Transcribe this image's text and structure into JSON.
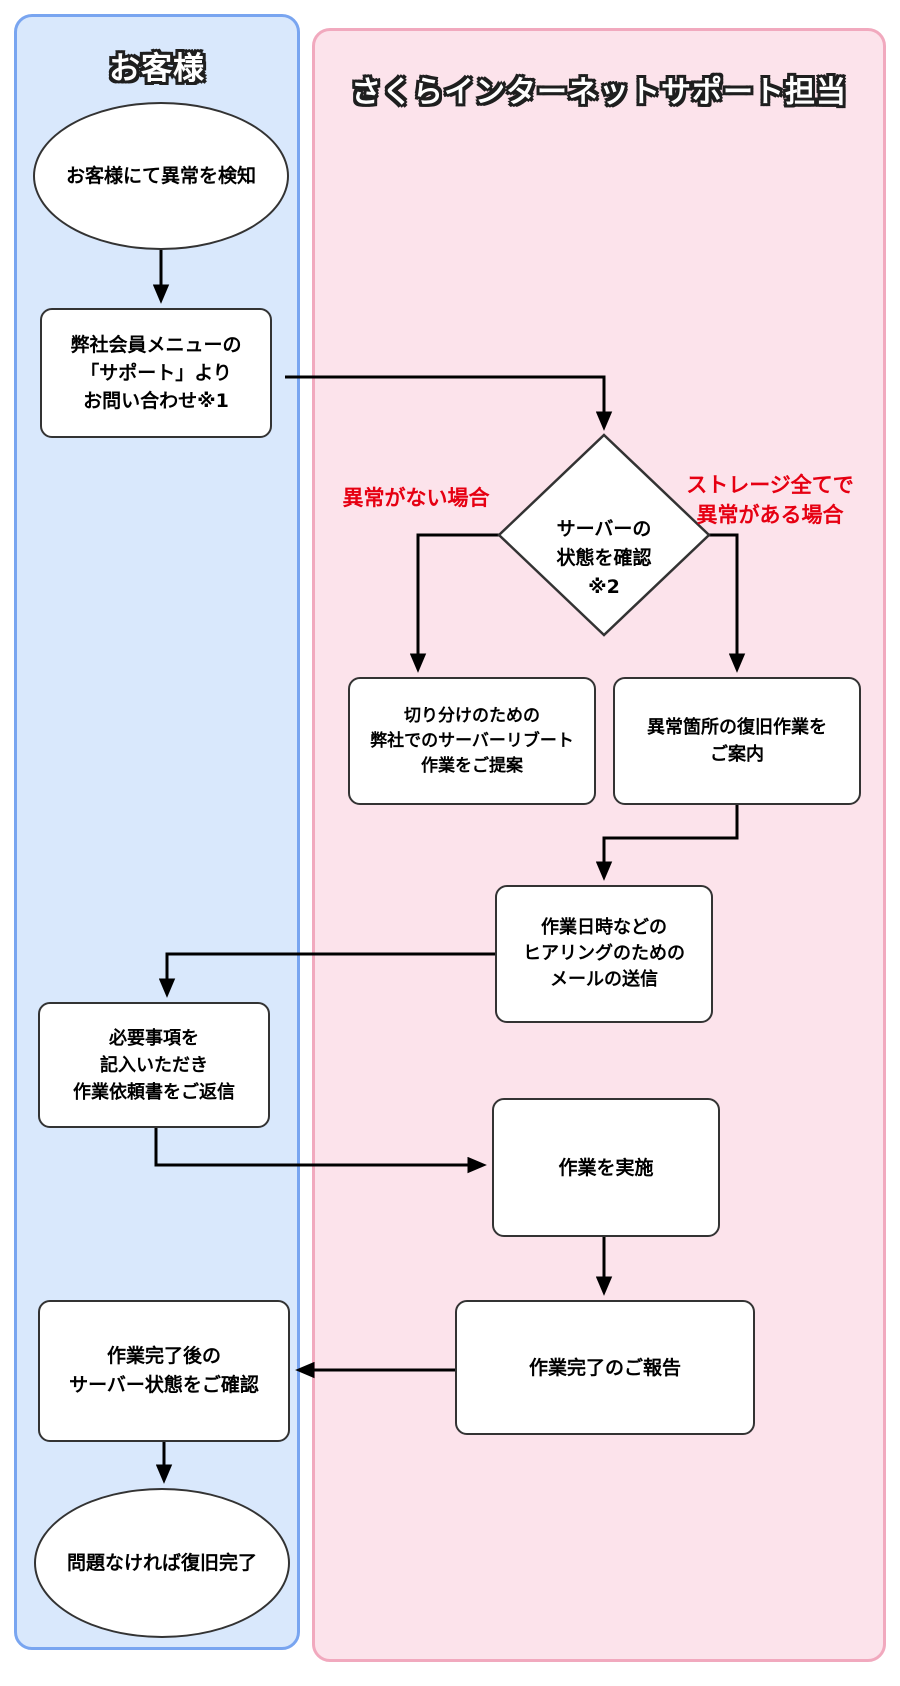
{
  "lanes": {
    "customer": {
      "title": "お客様"
    },
    "support": {
      "title": "さくらインターネットサポート担当"
    }
  },
  "nodes": {
    "detect": {
      "shape": "ellipse",
      "text": "お客様にて異常を検知"
    },
    "contact": {
      "shape": "rect",
      "lines": [
        "弊社会員メニューの",
        "「サポート」より",
        "お問い合わせ※1"
      ]
    },
    "check": {
      "shape": "diamond",
      "lines": [
        "サーバーの",
        "状態を確認",
        "※2"
      ]
    },
    "reboot": {
      "shape": "rect",
      "lines": [
        "切り分けのための",
        "弊社でのサーバーリブート",
        "作業をご提案"
      ]
    },
    "restore": {
      "shape": "rect",
      "lines": [
        "異常箇所の復旧作業を",
        "ご案内"
      ]
    },
    "mail": {
      "shape": "rect",
      "lines": [
        "作業日時などの",
        "ヒアリングのための",
        "メールの送信"
      ]
    },
    "reply": {
      "shape": "rect",
      "lines": [
        "必要事項を",
        "記入いただき",
        "作業依頼書をご返信"
      ]
    },
    "work": {
      "shape": "rect",
      "text": "作業を実施"
    },
    "report": {
      "shape": "rect",
      "text": "作業完了のご報告"
    },
    "confirm": {
      "shape": "rect",
      "lines": [
        "作業完了後の",
        "サーバー状態をご確認"
      ]
    },
    "done": {
      "shape": "ellipse",
      "text": "問題なければ復旧完了"
    }
  },
  "branch_labels": {
    "no_abnormality": {
      "text": "異常がない場合"
    },
    "all_storage": {
      "lines": [
        "ストレージ全てで",
        "異常がある場合"
      ]
    }
  },
  "colors": {
    "customer_lane_bg": "#d9e8fc",
    "customer_lane_border": "#79a5f0",
    "support_lane_bg": "#fce3eb",
    "support_lane_border": "#f1a9be",
    "branch_label_red": "#e60012",
    "node_border": "#333333",
    "arrow": "#000000"
  }
}
